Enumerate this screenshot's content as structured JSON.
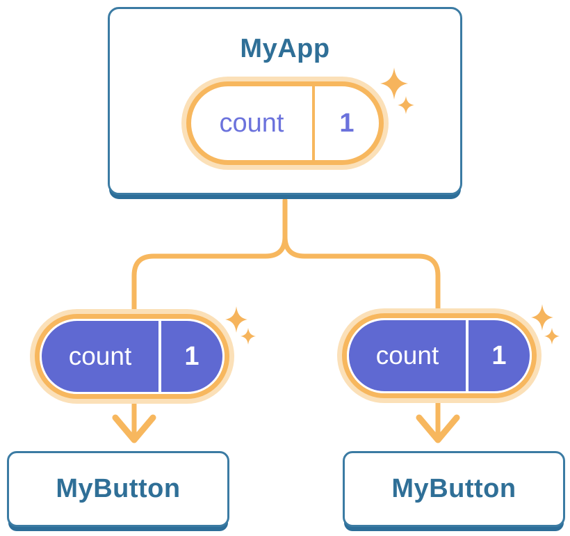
{
  "diagram": {
    "description": "React component tree sharing state",
    "root": {
      "title": "MyApp",
      "state": {
        "name": "count",
        "value": "1"
      }
    },
    "children": [
      {
        "title": "MyButton",
        "state": {
          "name": "count",
          "value": "1"
        }
      },
      {
        "title": "MyButton",
        "state": {
          "name": "count",
          "value": "1"
        }
      }
    ]
  },
  "icons": {
    "sparkle": "sparkle-icon"
  },
  "colors": {
    "background": "#FFFFFF",
    "card_border_blue": "#3B7BA3",
    "card_shadow_blue": "#2D6E99",
    "title_text_blue": "#2F6F97",
    "wire_orange": "#F7B75E",
    "pill_halo_orange": "#FBE0B8",
    "pill_fill_purple": "#5F69D2",
    "pill_text_purple": "#6B72DC",
    "pill_text_white": "#FFFFFF"
  }
}
